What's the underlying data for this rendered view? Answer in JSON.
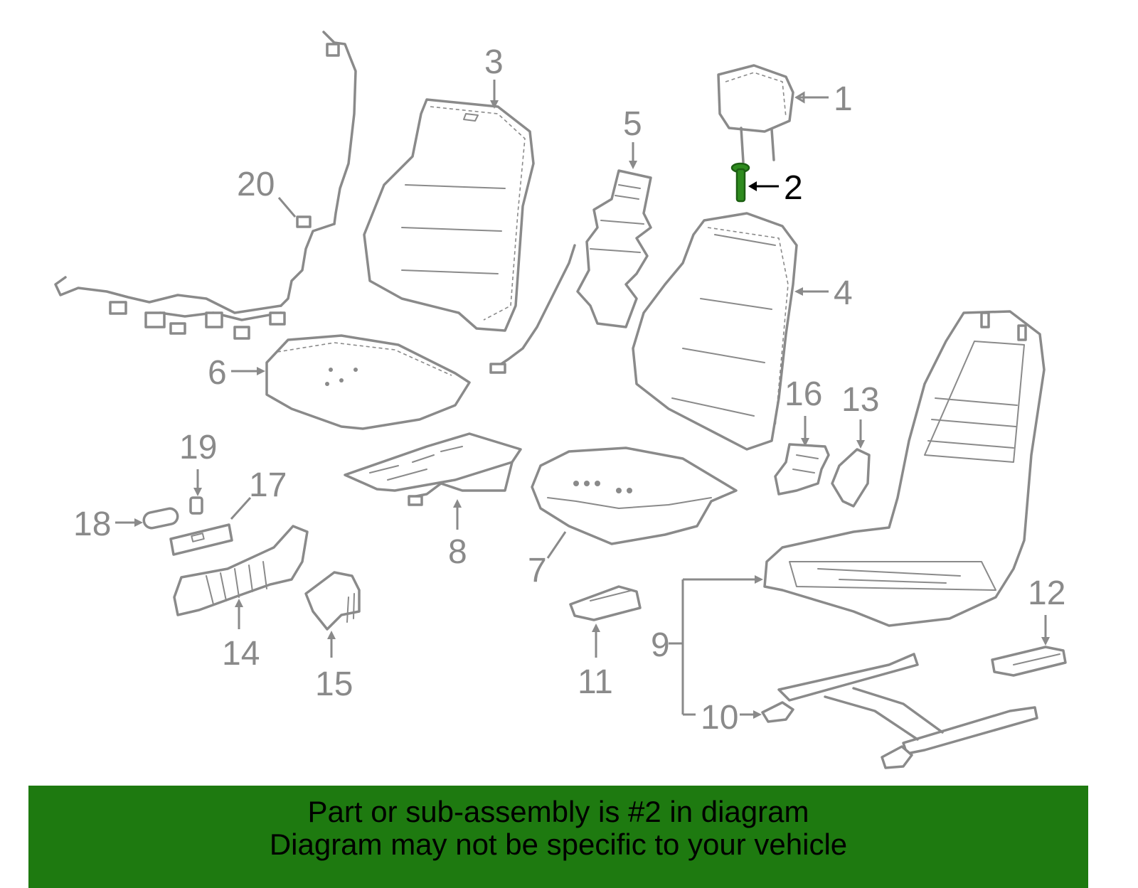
{
  "callouts": {
    "c1": "1",
    "c2": "2",
    "c3": "3",
    "c4": "4",
    "c5": "5",
    "c6": "6",
    "c7": "7",
    "c8": "8",
    "c9": "9",
    "c10": "10",
    "c11": "11",
    "c12": "12",
    "c13": "13",
    "c14": "14",
    "c15": "15",
    "c16": "16",
    "c17": "17",
    "c18": "18",
    "c19": "19",
    "c20": "20"
  },
  "highlighted_part": "2",
  "colors": {
    "banner_background": "#1e7a10",
    "highlight_part": "#2e8b1e",
    "line_art": "#8a8a8a"
  },
  "banner": {
    "line1": "Part or sub-assembly is #2 in diagram",
    "line2": "Diagram may not be specific to your vehicle"
  }
}
